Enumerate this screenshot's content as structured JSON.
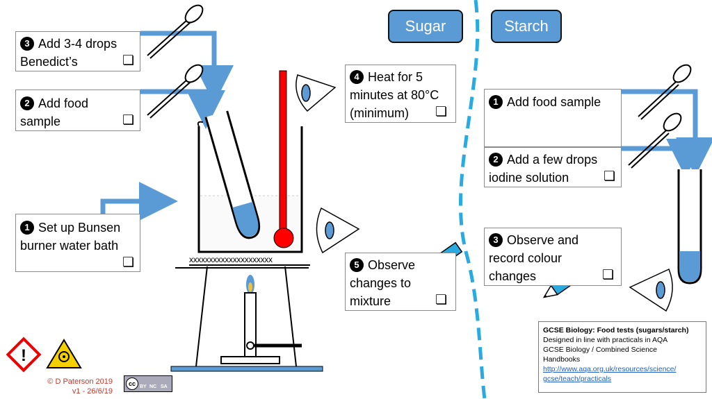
{
  "headers": {
    "sugar": "Sugar",
    "starch": "Starch"
  },
  "sugar_steps": [
    {
      "num": "1",
      "line1": "Set up Bunsen",
      "line2": "burner water bath",
      "check": "❏"
    },
    {
      "num": "2",
      "line1": "Add food",
      "line2": "sample",
      "check": "❏"
    },
    {
      "num": "3",
      "line1": "Add 3-4 drops",
      "line2": "Benedict’s",
      "check": "❏"
    },
    {
      "num": "4",
      "line1": "Heat for 5",
      "line2": "minutes at 80°C",
      "line3": "(minimum)",
      "check": "❏"
    },
    {
      "num": "5",
      "line1": "Observe",
      "line2": "changes to",
      "line3": "mixture",
      "check": "❏"
    }
  ],
  "starch_steps": [
    {
      "num": "1",
      "line1": "Add food sample"
    },
    {
      "num": "2",
      "line1": "Add a few drops",
      "line2": "iodine solution",
      "check": "❏"
    },
    {
      "num": "3",
      "line1": "Observe and",
      "line2": "record colour",
      "line3": "changes",
      "check": "❏"
    }
  ],
  "gauze_label": "xxxxxxxxxxxxxxxxxxxxx",
  "info": {
    "title": "GCSE Biology: Food tests (sugars/starch)",
    "line1": "Designed in line with practicals in AQA",
    "line2": "GCSE Biology / Combined Science",
    "line3": "Handbooks",
    "link1": "http://www.aqa.org.uk/resources/science/",
    "link2": "gcse/teach/practicals"
  },
  "credit": {
    "author": "© D Paterson 2019",
    "version": "v1 -  26/6/19"
  },
  "license": {
    "cc": "cc",
    "by": "BY",
    "nc": "NC",
    "sa": "SA"
  },
  "colors": {
    "blue": "#5b9bd5",
    "red": "#ff0000",
    "dashed": "#29abe2",
    "pencil": "#29abe2"
  }
}
